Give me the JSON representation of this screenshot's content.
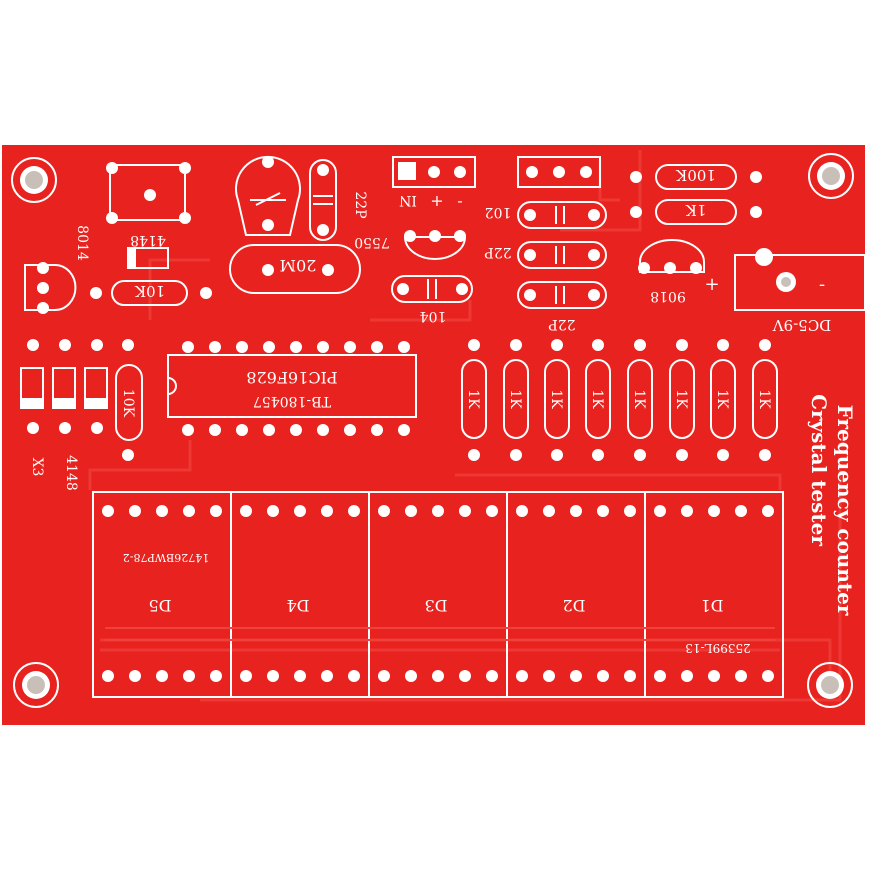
{
  "board": {
    "color": "#e8221e",
    "silk_color": "#ffffff",
    "title_line1": "Frequency counter",
    "title_line2": "Crystal tester"
  },
  "labels": {
    "transistor_left": "8014",
    "diode_top": "4148",
    "res_10k_top": "10K",
    "cap_22p_top": "22P",
    "crystal": "20M",
    "ic_7550": "7550",
    "cap_104": "104",
    "pin_in": "IN",
    "pin_plus": "+",
    "pin_minus": "-",
    "cap_102": "102",
    "cap_22p_mid": "22P",
    "cap_22p_low": "22P",
    "res_100k": "100K",
    "res_1k": "1K",
    "transistor_9018": "9018",
    "power_plus": "+",
    "power_minus": "-",
    "power_label": "DC5-9V",
    "mcu_name": "PIC16F628",
    "mcu_code": "TB-180457",
    "res_10k_left": "10K",
    "x3": "X3",
    "diode_bottom": "4148",
    "display_d1": "D1",
    "display_d2": "D2",
    "display_d3": "D3",
    "display_d4": "D4",
    "display_d5": "D5",
    "code_left": "14726BWP78-2",
    "code_right": "25399L-13"
  }
}
